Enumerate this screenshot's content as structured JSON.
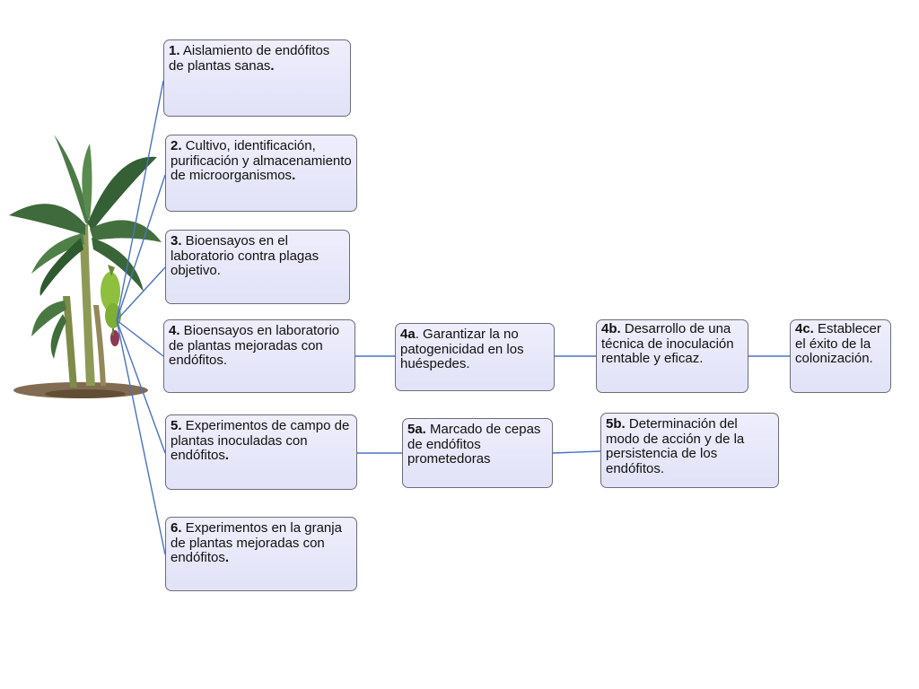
{
  "steps": [
    {
      "num": "1.",
      "text": " Aislamiento de endófitos de plantas sanas",
      "end": "."
    },
    {
      "num": "2.",
      "text": " Cultivo, identificación, purificación y almacenamiento de microorganismos",
      "end": "."
    },
    {
      "num": "3.",
      "text": " Bioensayos en el laboratorio contra plagas objetivo.",
      "end": ""
    },
    {
      "num": "4.",
      "text": " Bioensayos en laboratorio de plantas mejoradas con endófitos.",
      "end": ""
    },
    {
      "num": "5.",
      "text": " Experimentos de campo de plantas inoculadas con endófitos",
      "end": "."
    },
    {
      "num": "6.",
      "text": " Experimentos en la granja de plantas mejoradas con endófitos",
      "end": "."
    }
  ],
  "substeps": {
    "4a": {
      "num": "4a",
      "text": ". Garantizar la no patogenicidad en los huéspedes.",
      "end": ""
    },
    "4b": {
      "num": "4b.",
      "text": " Desarrollo de una técnica de inoculación rentable y eficaz",
      "end": "."
    },
    "4c": {
      "num": "4c.",
      "text": " Establecer el éxito de la colonización.",
      "end": ""
    },
    "5a": {
      "num": "5a.",
      "text": " Marcado de cepas de endófitos prometedoras",
      "end": ""
    },
    "5b": {
      "num": "5b.",
      "text": " Determinación del modo de acción y de la persistencia de los endófitos.",
      "end": ""
    }
  },
  "colors": {
    "box_fill": "#e6e6fa",
    "box_border": "#6d6d7a",
    "connector": "#4a72c4",
    "plant_leaf": "#3f6b3a",
    "plant_stem": "#7a8a4a",
    "banana": "#8fbf3f"
  },
  "icons": {
    "plant": "banana-plant-illustration"
  }
}
